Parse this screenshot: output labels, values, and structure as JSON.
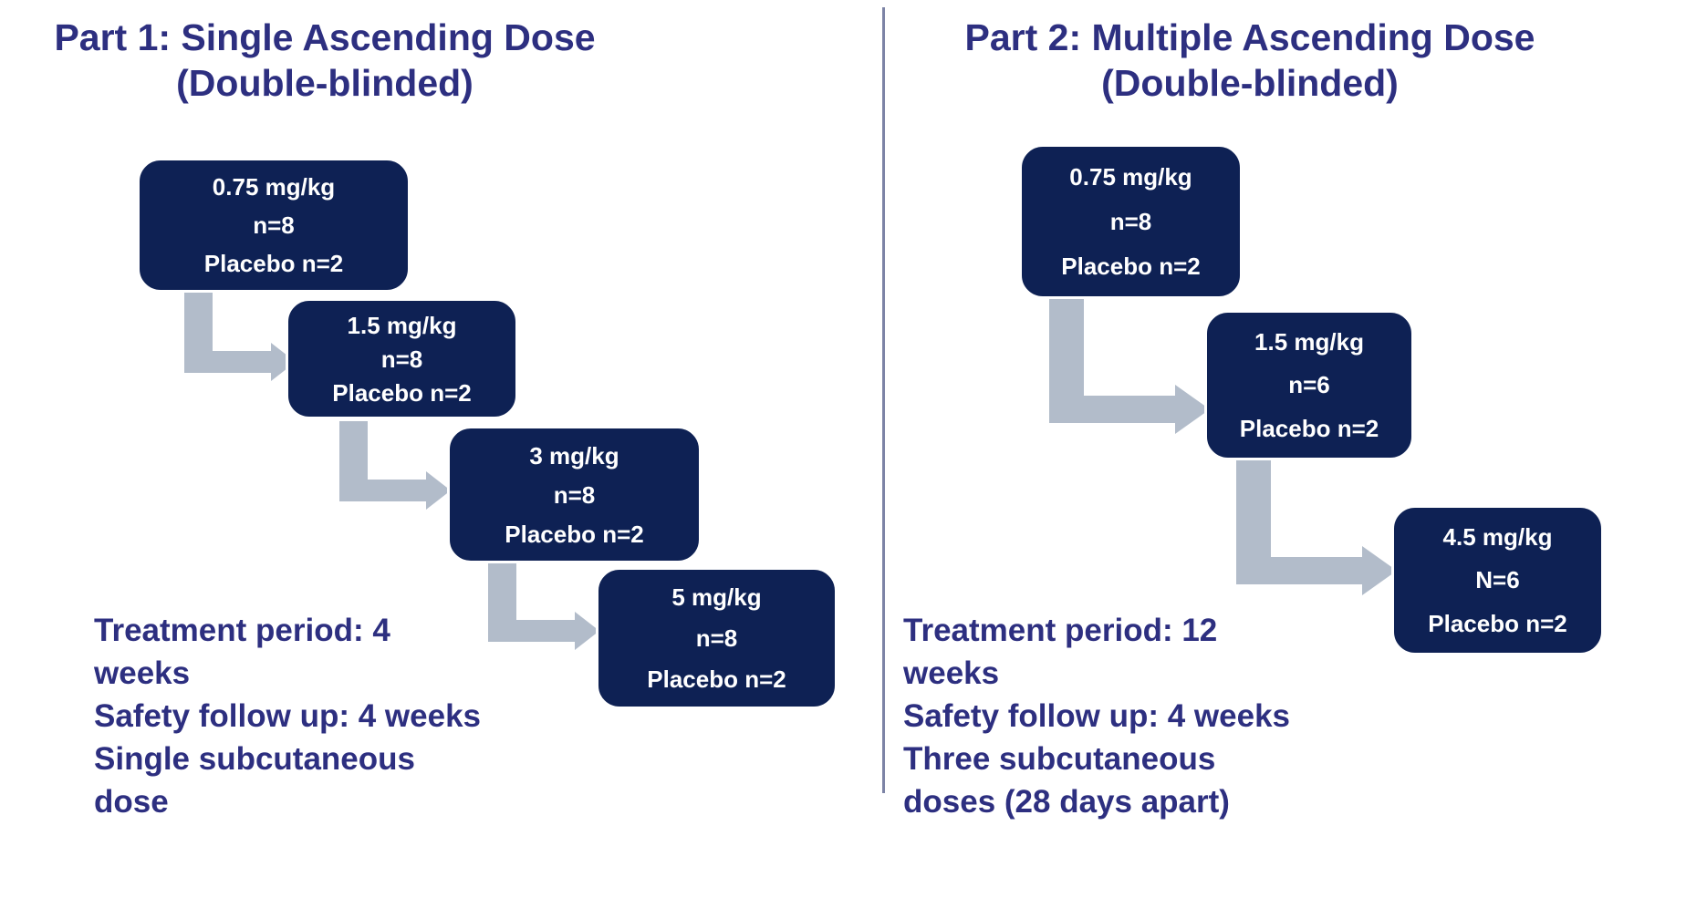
{
  "colors": {
    "background": "#ffffff",
    "box-fill": "#0e2154",
    "box-text": "#ffffff",
    "heading-text": "#2d2f80",
    "note-text": "#2d2f80",
    "arrow-fill": "#b2bcca",
    "divider": "#7d84a6"
  },
  "part1": {
    "title_line1": "Part 1: Single Ascending Dose",
    "title_line2": "(Double-blinded)",
    "boxes": [
      {
        "dose": "0.75 mg/kg",
        "enrolled": "n=8",
        "placebo": "Placebo n=2"
      },
      {
        "dose": "1.5 mg/kg",
        "enrolled": "n=8",
        "placebo": "Placebo n=2"
      },
      {
        "dose": "3 mg/kg",
        "enrolled": "n=8",
        "placebo": "Placebo n=2"
      },
      {
        "dose": "5 mg/kg",
        "enrolled": "n=8",
        "placebo": "Placebo n=2"
      }
    ],
    "notes": [
      "Treatment period: 4 weeks",
      "Safety follow up: 4 weeks",
      "Single subcutaneous dose"
    ]
  },
  "part2": {
    "title_line1": "Part 2: Multiple Ascending Dose",
    "title_line2": "(Double-blinded)",
    "boxes": [
      {
        "dose": "0.75 mg/kg",
        "enrolled": "n=8",
        "placebo": "Placebo n=2"
      },
      {
        "dose": "1.5 mg/kg",
        "enrolled": "n=6",
        "placebo": "Placebo n=2"
      },
      {
        "dose": "4.5 mg/kg",
        "enrolled": "N=6",
        "placebo": "Placebo n=2"
      }
    ],
    "notes": [
      "Treatment period: 12 weeks",
      "Safety follow up: 4 weeks",
      "Three subcutaneous doses (28 days apart)"
    ]
  }
}
